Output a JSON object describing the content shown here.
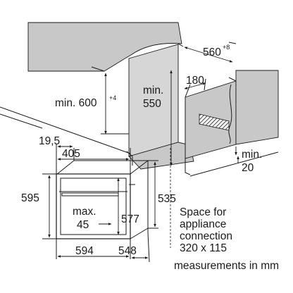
{
  "labels": {
    "width_top": "560",
    "width_top_tol": "+8",
    "height_min_600": "min. 600",
    "height_min_600_tol": "+4",
    "min_550_a": "min.",
    "min_550_b": "550",
    "d180": "180",
    "min20_a": "min.",
    "min20_b": "20",
    "d19_5": "19,5",
    "d405": "405",
    "d595": "595",
    "max45_a": "max.",
    "max45_b": "45",
    "d577": "577",
    "d535": "535",
    "d594": "594",
    "d548": "548",
    "space_1": "Space for",
    "space_2": "appliance",
    "space_3": "connection",
    "space_4": "320 x 115",
    "measurements": "measurements in mm"
  },
  "colors": {
    "line": "#1a1a1a",
    "cabinet_grey": "#c8c8c8",
    "cabinet_light": "#d6d6d6"
  }
}
